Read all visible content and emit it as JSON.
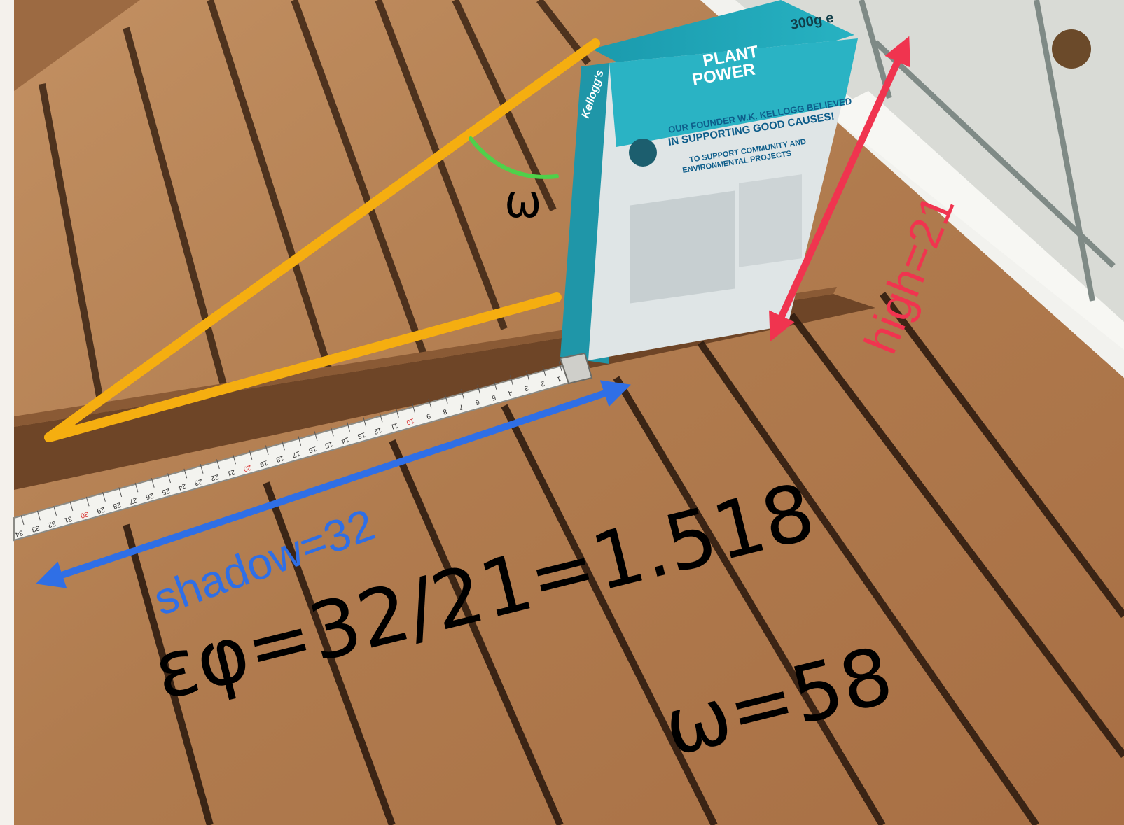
{
  "annotations": {
    "shadow_label": "shadow=32",
    "height_label": "high=21",
    "tan_formula": "εφ=32/21=1.518",
    "angle_result": "ω=58",
    "angle_symbol": "ω"
  },
  "box_printed_text": {
    "brand": "Kellogg's",
    "weight": "300g e",
    "headline_1": "PLANT",
    "headline_2": "POWER",
    "founder_line_1": "OUR FOUNDER W.K. KELLOGG BELIEVED",
    "founder_line_2": "IN SUPPORTING GOOD CAUSES!",
    "community_line_1": "TO SUPPORT COMMUNITY AND",
    "community_line_2": "ENVIRONMENTAL PROJECTS"
  },
  "measuring_tape": {
    "ticks": [
      "34",
      "33",
      "32",
      "31",
      "30",
      "29",
      "28",
      "27",
      "26",
      "25",
      "24",
      "23",
      "22",
      "21",
      "20",
      "19",
      "18",
      "17",
      "16",
      "15",
      "14",
      "13",
      "12",
      "11",
      "10",
      "9",
      "8",
      "7",
      "6",
      "5",
      "4",
      "3",
      "2",
      "1"
    ]
  },
  "colors": {
    "shadow_arrow": "#2f6fe6",
    "height_arrow": "#f0344f",
    "triangle": "#f5ae10",
    "angle_arc": "#4fd14a",
    "formula_text": "#000000",
    "box_teal": "#1fa3b5",
    "wood": "#b98557"
  }
}
